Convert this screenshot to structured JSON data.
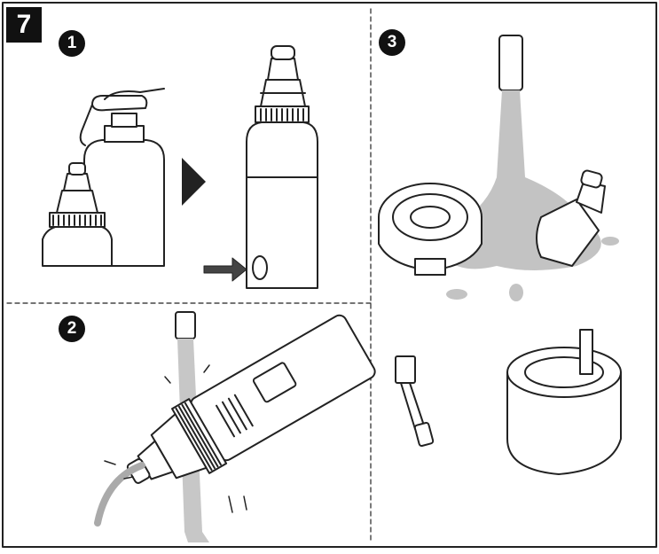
{
  "step_label": "7",
  "sub_steps": [
    {
      "number": "1"
    },
    {
      "number": "2"
    },
    {
      "number": "3"
    }
  ],
  "colors": {
    "ink": "#222222",
    "water": "#bdbdbd",
    "badge": "#111111"
  }
}
